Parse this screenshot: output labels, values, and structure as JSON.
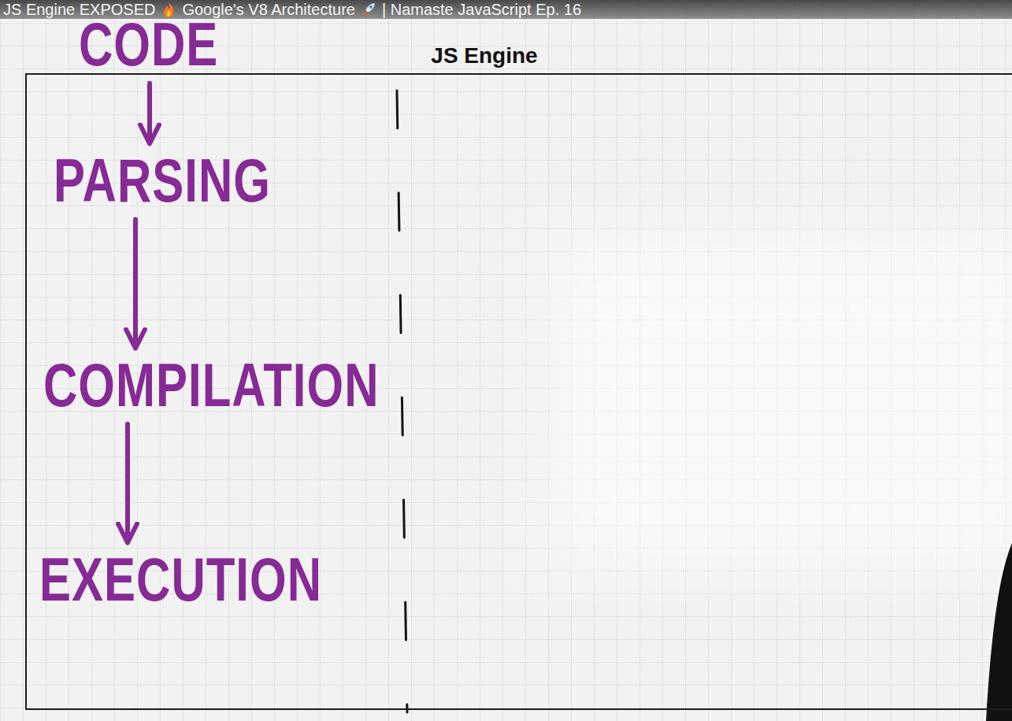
{
  "diagram": {
    "nodes": [
      {
        "text": [
          "CODE"
        ]
      },
      {
        "text": [
          "JS Engine"
        ]
      },
      {
        "text": [
          "PARSING"
        ],
        "in": 1
      },
      {
        "text": [
          "COMPILATION"
        ],
        "in": 1
      },
      {
        "text": [
          "EXECUTION"
        ],
        "in": 1
      }
    ],
    "edges": [
      {
        "from": 0,
        "to": 2,
        "arrow": "to"
      },
      {
        "from": 2,
        "to": 3,
        "arrow": "to"
      },
      {
        "from": 3,
        "to": 4,
        "arrow": "to"
      }
    ],
    "labels": [
      "JS Engine EXPOSED",
      "Google's V8 Architecture",
      "| Namaste JavaScript Ep. 16"
    ]
  }
}
